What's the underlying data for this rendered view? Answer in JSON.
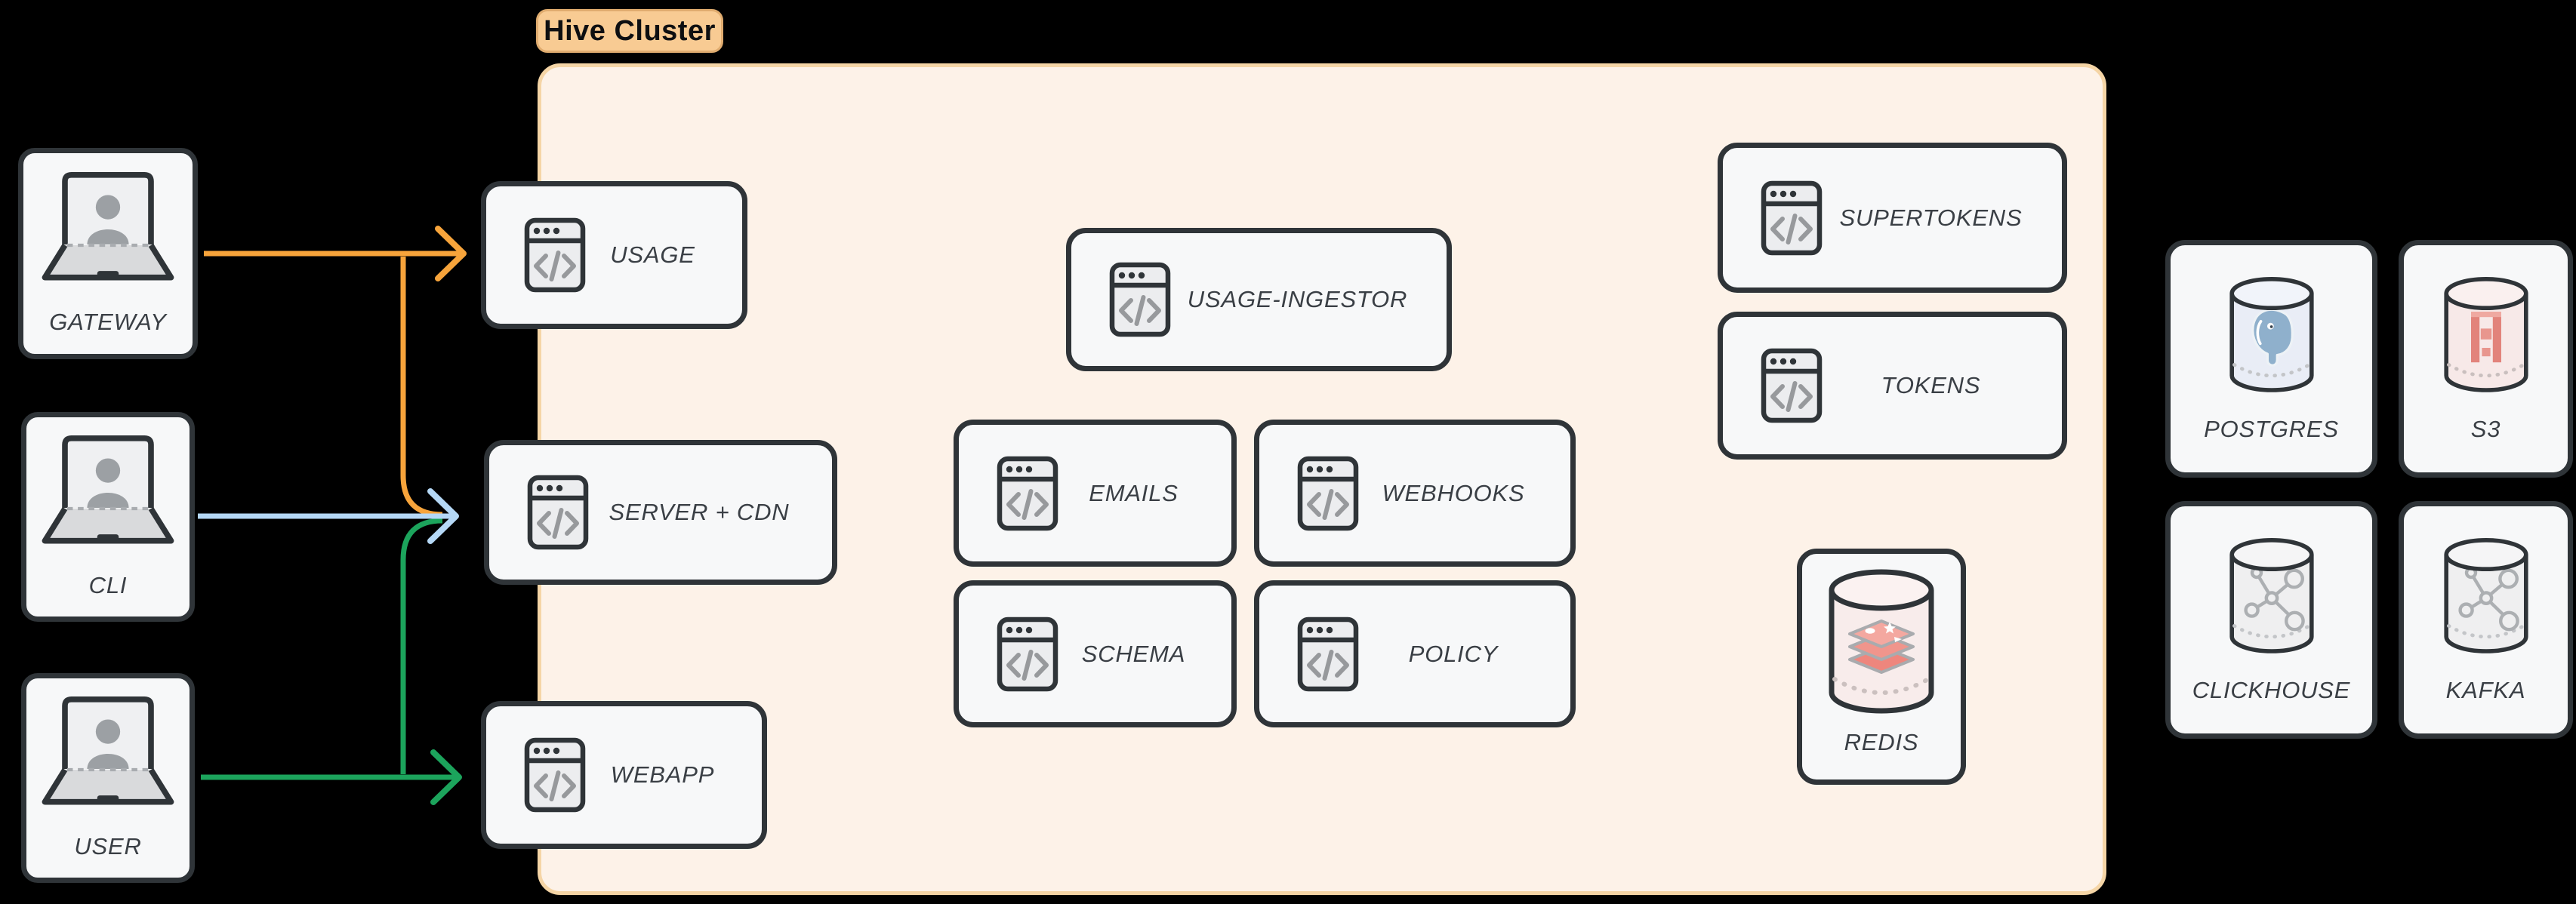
{
  "cluster": {
    "label": "Hive Cluster"
  },
  "clients": [
    {
      "id": "gateway",
      "label": "GATEWAY",
      "icon": "laptop-user-icon"
    },
    {
      "id": "cli",
      "label": "CLI",
      "icon": "laptop-user-icon"
    },
    {
      "id": "user",
      "label": "USER",
      "icon": "laptop-user-icon"
    }
  ],
  "services": [
    {
      "id": "usage",
      "label": "USAGE",
      "icon": "code-window-icon"
    },
    {
      "id": "server-cdn",
      "label": "SERVER + CDN",
      "icon": "code-window-icon"
    },
    {
      "id": "webapp",
      "label": "WEBAPP",
      "icon": "code-window-icon"
    },
    {
      "id": "usage-ingestor",
      "label": "USAGE-INGESTOR",
      "icon": "code-window-icon"
    },
    {
      "id": "emails",
      "label": "EMAILS",
      "icon": "code-window-icon"
    },
    {
      "id": "webhooks",
      "label": "WEBHOOKS",
      "icon": "code-window-icon"
    },
    {
      "id": "schema",
      "label": "SCHEMA",
      "icon": "code-window-icon"
    },
    {
      "id": "policy",
      "label": "POLICY",
      "icon": "code-window-icon"
    },
    {
      "id": "supertokens",
      "label": "SUPERTOKENS",
      "icon": "code-window-icon"
    },
    {
      "id": "tokens",
      "label": "TOKENS",
      "icon": "code-window-icon"
    }
  ],
  "datastores": [
    {
      "id": "redis",
      "label": "REDIS",
      "icon": "redis-database-icon"
    },
    {
      "id": "postgres",
      "label": "POSTGRES",
      "icon": "postgres-database-icon"
    },
    {
      "id": "s3",
      "label": "S3",
      "icon": "s3-database-icon"
    },
    {
      "id": "clickhouse",
      "label": "CLICKHOUSE",
      "icon": "molecule-database-icon"
    },
    {
      "id": "kafka",
      "label": "KAFKA",
      "icon": "molecule-database-icon"
    }
  ],
  "edges": [
    {
      "from": "GATEWAY",
      "to": "USAGE",
      "color_key": "edge_orange"
    },
    {
      "from": "GATEWAY",
      "to": "SERVER + CDN",
      "color_key": "edge_orange"
    },
    {
      "from": "CLI",
      "to": "SERVER + CDN",
      "color_key": "edge_blue"
    },
    {
      "from": "USER",
      "to": "SERVER + CDN",
      "color_key": "edge_green"
    },
    {
      "from": "USER",
      "to": "WEBAPP",
      "color_key": "edge_green"
    }
  ],
  "colors": {
    "background": "#000000",
    "cluster_fill": "#FDF2E8",
    "cluster_border": "#F5D5A6",
    "cluster_label_fill": "#F8CB93",
    "node_fill": "#F7F8F9",
    "node_border": "#2F3438",
    "label_text": "#3A3F45",
    "edge_orange": "#F7A43B",
    "edge_blue": "#B5D8F6",
    "edge_green": "#1CA45C"
  }
}
